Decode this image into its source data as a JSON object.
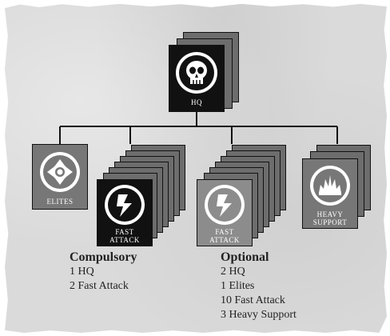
{
  "nodes": {
    "hq": {
      "label": "HQ",
      "icon": "skull-icon"
    },
    "elites": {
      "label": "ELITES",
      "icon": "iron-cross-icon"
    },
    "fast_attack_compulsory": {
      "label_line1": "FAST",
      "label_line2": "ATTACK",
      "icon": "lightning-bolt-icon"
    },
    "fast_attack_optional": {
      "label_line1": "FAST",
      "label_line2": "ATTACK",
      "icon": "lightning-bolt-icon"
    },
    "heavy_support": {
      "label_line1": "HEAVY",
      "label_line2": "SUPPORT",
      "icon": "flame-burst-icon"
    }
  },
  "compulsory": {
    "heading": "Compulsory",
    "items": [
      "1 HQ",
      "2 Fast Attack"
    ]
  },
  "optional": {
    "heading": "Optional",
    "items": [
      "2 HQ",
      "1 Elites",
      "10 Fast Attack",
      "3 Heavy Support"
    ]
  }
}
